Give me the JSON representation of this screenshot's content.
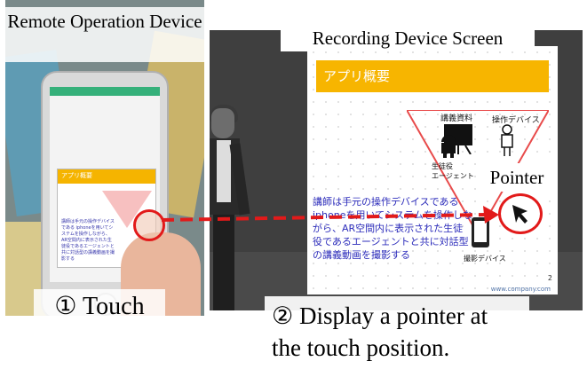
{
  "labels": {
    "remote_device": "Remote Operation Device",
    "touch": "① Touch",
    "recording_screen": "Recording Device Screen",
    "pointer": "Pointer",
    "display_pointer": "② Display a pointer at the touch position."
  },
  "slide": {
    "title": "アプリ概要",
    "lecture_materials": "講義資料",
    "operation_device": "操作デバイス",
    "student_agent": "生徒役\nエージェント",
    "recording_device": "撮影デバイス",
    "body": "講師は手元の操作デバイスである iphoneを用いてシステムを操作しながら、AR空間内に表示された生徒役であるエージェントと共に対話型の講義動画を撮影する",
    "page_number": "2",
    "url": "www.company.com"
  },
  "phone_slide": {
    "title": "アプリ概要",
    "body": "講師は手元の操作デバイスである iphoneを用いてシステムを操作しながら、AR空間内に表示された生徒役であるエージェントと共に対話型の講義動画を撮影する"
  },
  "colors": {
    "arrow": "#e21a1a",
    "banner": "#f7b500",
    "triangle": "#e84b4b",
    "slide_text": "#2d2dbb"
  },
  "icons": [
    "android-robot-icon",
    "presentation-board-icon",
    "person-with-device-icon",
    "smartphone-icon",
    "cursor-arrow-icon"
  ]
}
